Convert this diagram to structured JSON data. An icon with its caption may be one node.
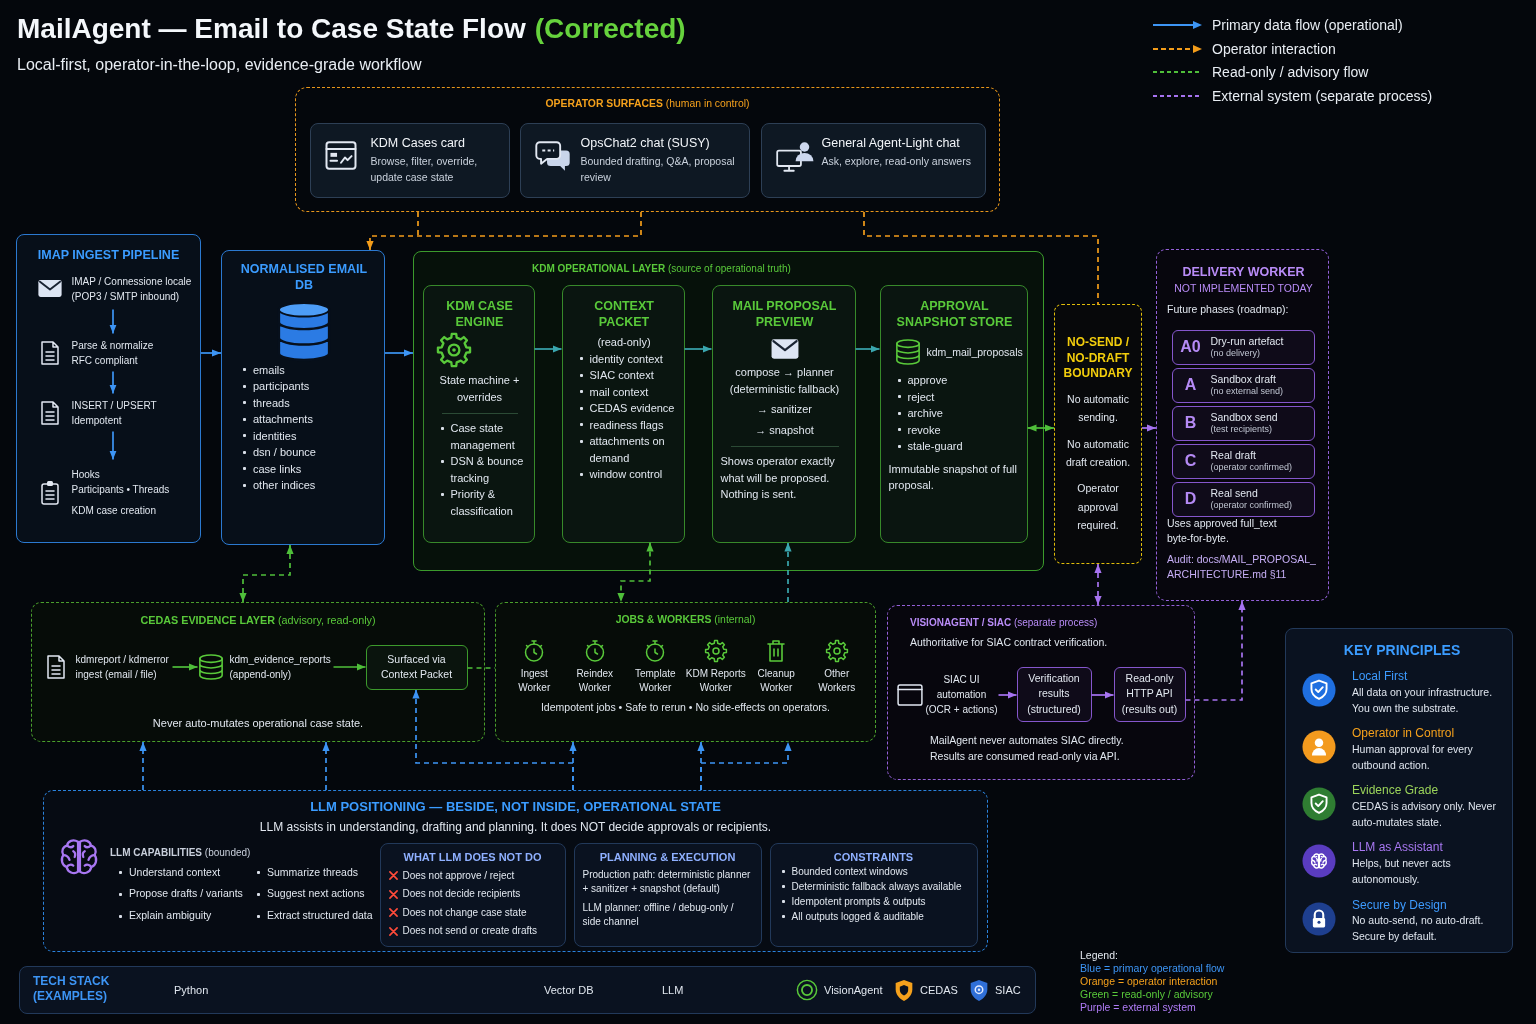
{
  "diagram": {
    "title": "MailAgent — Email to Case State Flow",
    "nodes": [
      {
        "text": [
          "**OPERATOR SURFACES** (human in control)"
        ]
      },
      {
        "text": [
          "KDM Cases card",
          "Browse, filter, override, update case state"
        ],
        "in": 0
      },
      {
        "text": [
          "OpsChat2 chat (SUSY)",
          "Bounded drafting, Q&A, proposal review"
        ],
        "in": 0
      },
      {
        "text": [
          "General Agent-Light chat",
          "Ask, explore, read-only answers"
        ],
        "in": 0
      },
      {
        "text": [
          "IMAP INGEST PIPELINE"
        ]
      },
      {
        "text": [
          "IMAP / Connessione locale",
          "(POP3 / SMTP inbound)"
        ],
        "in": 4
      },
      {
        "text": [
          "Parse & normalize",
          "RFC compliant"
        ],
        "in": 4
      },
      {
        "text": [
          "INSERT / UPSERT",
          "Idempotent"
        ],
        "in": 4
      },
      {
        "text": [
          "Hooks",
          "Participants • Threads",
          "KDM case creation"
        ],
        "in": 4
      },
      {
        "text": [
          "NORMALISED EMAIL DB",
          "emails",
          "participants",
          "threads",
          "attachments",
          "identities",
          "dsn / bounce",
          "case links",
          "other indices"
        ]
      },
      {
        "text": [
          "**KDM OPERATIONAL LAYER** (source of operational truth)"
        ]
      },
      {
        "text": [
          "KDM CASE ENGINE",
          "State machine + overrides",
          "Case state management",
          "DSN & bounce tracking",
          "Priority & classification"
        ],
        "in": 10
      },
      {
        "text": [
          "CONTEXT PACKET",
          "(read-only)",
          "identity context",
          "SIAC context",
          "mail context",
          "CEDAS evidence",
          "readiness flags",
          "attachments on demand",
          "window control"
        ],
        "in": 10
      },
      {
        "text": [
          "MAIL PROPOSAL PREVIEW",
          "compose → planner (deterministic fallback)",
          "→ sanitizer",
          "→ snapshot",
          "Shows operator exactly what will be proposed. Nothing is sent."
        ],
        "in": 10
      },
      {
        "text": [
          "APPROVAL SNAPSHOT STORE",
          "kdm_mail_proposals",
          "approve",
          "reject",
          "archive",
          "revoke",
          "stale-guard",
          "Immutable snapshot of full proposal."
        ],
        "in": 10
      },
      {
        "text": [
          "NO-SEND / NO-DRAFT BOUNDARY",
          "No automatic sending.",
          "No automatic draft creation.",
          "Operator approval required."
        ]
      },
      {
        "text": [
          "DELIVERY WORKER",
          "NOT IMPLEMENTED TODAY",
          "Future phases (roadmap):",
          "Uses approved full_text byte-for-byte.",
          "Audit: docs/MAIL_PROPOSAL_ARCHITECTURE.md §11"
        ]
      },
      {
        "text": [
          "A0",
          "Dry-run artefact",
          "(no delivery)"
        ],
        "in": 16
      },
      {
        "text": [
          "A",
          "Sandbox draft",
          "(no external send)"
        ],
        "in": 16
      },
      {
        "text": [
          "B",
          "Sandbox send",
          "(test recipients)"
        ],
        "in": 16
      },
      {
        "text": [
          "C",
          "Real draft",
          "(operator confirmed)"
        ],
        "in": 16
      },
      {
        "text": [
          "D",
          "Real send",
          "(operator confirmed)"
        ],
        "in": 16
      },
      {
        "text": [
          "**CEDAS EVIDENCE LAYER** (advisory, read-only)",
          "Never auto-mutates operational case state."
        ]
      },
      {
        "text": [
          "kdmreport / kdmerror ingest (email / file)"
        ],
        "in": 22
      },
      {
        "text": [
          "kdm_evidence_reports (append-only)"
        ],
        "in": 22
      },
      {
        "text": [
          "Surfaced via Context Packet"
        ],
        "in": 22
      },
      {
        "text": [
          "**JOBS & WORKERS** (internal)",
          "Ingest Worker",
          "Reindex Worker",
          "Template Worker",
          "KDM Reports Worker",
          "Cleanup Worker",
          "Other Workers",
          "Idempotent jobs • Safe to rerun • No side-effects on operators."
        ]
      },
      {
        "text": [
          "**VISIONAGENT / SIAC** (separate process)",
          "Authoritative for SIAC contract verification.",
          "MailAgent never automates SIAC directly. Results are consumed read-only via API."
        ]
      },
      {
        "text": [
          "SIAC UI automation (OCR + actions)"
        ],
        "in": 27
      },
      {
        "text": [
          "Verification results (structured)"
        ],
        "in": 27
      },
      {
        "text": [
          "Read-only HTTP API (results out)"
        ],
        "in": 27
      },
      {
        "text": [
          "LLM POSITIONING — BESIDE, NOT INSIDE, OPERATIONAL STATE",
          "LLM assists in understanding, drafting and planning. It does NOT decide approvals or recipients.",
          "**LLM CAPABILITIES** (bounded)",
          "Understand context",
          "Summarize threads",
          "Propose drafts / variants",
          "Suggest next actions",
          "Explain ambiguity",
          "Extract structured data"
        ]
      },
      {
        "text": [
          "WHAT LLM DOES NOT DO",
          "Does not approve / reject",
          "Does not decide recipients",
          "Does not change case state",
          "Does not send or create drafts"
        ],
        "in": 31
      },
      {
        "text": [
          "PLANNING & EXECUTION",
          "Production path: deterministic planner + sanitizer + snapshot (default)",
          "LLM planner: offline / debug-only / side channel"
        ],
        "in": 31
      },
      {
        "text": [
          "CONSTRAINTS",
          "Bounded context windows",
          "Deterministic fallback always available",
          "Idempotent prompts & outputs",
          "All outputs logged & auditable"
        ],
        "in": 31
      },
      {
        "text": [
          "TECH STACK (EXAMPLES)",
          "Python",
          "Vector DB",
          "LLM",
          "VisionAgent",
          "CEDAS",
          "SIAC"
        ]
      },
      {
        "text": [
          "KEY PRINCIPLES",
          "Local First",
          "All data on your infrastructure. You own the substrate.",
          "Operator in Control",
          "Human approval for every outbound action.",
          "Evidence Grade",
          "CEDAS is advisory only. Never auto-mutates state.",
          "LLM as Assistant",
          "Helps, but never acts autonomously.",
          "Secure by Design",
          "No auto-send, no auto-draft. Secure by default."
        ]
      }
    ],
    "edges": [
      {
        "from": 5,
        "to": 6,
        "arrow": "to"
      },
      {
        "from": 6,
        "to": 7,
        "arrow": "to"
      },
      {
        "from": 7,
        "to": 8,
        "arrow": "to"
      },
      {
        "from": 4,
        "to": 9,
        "arrow": "to"
      },
      {
        "from": 9,
        "to": 10,
        "arrow": "to"
      },
      {
        "from": 11,
        "to": 12,
        "arrow": "to",
        "color": "#3aa6ae"
      },
      {
        "from": 12,
        "to": 13,
        "arrow": "to",
        "color": "#3aa6ae"
      },
      {
        "from": 13,
        "to": 14,
        "arrow": "to",
        "color": "#3aa6ae"
      },
      {
        "from": 14,
        "to": 15,
        "arrow": "both",
        "color": "#4fbf3a"
      },
      {
        "from": 15,
        "to": 16,
        "arrow": "to",
        "color": "#a673f0"
      },
      {
        "from": 0,
        "to": 9,
        "arrow": "to",
        "style": "dashed",
        "color": "#f39c1a"
      },
      {
        "from": 0,
        "to": 15,
        "arrow": "none",
        "style": "dashed",
        "color": "#f39c1a"
      },
      {
        "from": 9,
        "to": 22,
        "arrow": "both",
        "style": "dashed",
        "color": "#4fbf3a"
      },
      {
        "from": 12,
        "to": 26,
        "arrow": "both",
        "style": "dashed",
        "color": "#4fbf3a"
      },
      {
        "from": 26,
        "to": 13,
        "arrow": "to",
        "style": "dashed",
        "color": "#3aa6ae"
      },
      {
        "from": 25,
        "to": 26,
        "arrow": "none",
        "style": "dashed",
        "color": "#4fbf3a"
      },
      {
        "from": 31,
        "to": 22,
        "arrow": "to",
        "style": "dashed"
      },
      {
        "from": 31,
        "to": 22,
        "arrow": "to",
        "style": "dashed"
      },
      {
        "from": 31,
        "to": 26,
        "arrow": "to",
        "style": "dashed"
      },
      {
        "from": 31,
        "to": 26,
        "arrow": "to",
        "style": "dashed"
      },
      {
        "from": 31,
        "to": 25,
        "arrow": "to",
        "style": "dashed"
      },
      {
        "from": 31,
        "to": 26,
        "arrow": "to",
        "style": "dashed"
      },
      {
        "from": 15,
        "to": 27,
        "arrow": "both",
        "style": "dashed",
        "color": "#a673f0"
      },
      {
        "from": 30,
        "to": 16,
        "arrow": "to",
        "style": "dashed",
        "color": "#a673f0"
      },
      {
        "from": 23,
        "to": 24,
        "arrow": "to",
        "color": "#4fbf3a"
      },
      {
        "from": 24,
        "to": 25,
        "arrow": "to",
        "color": "#4fbf3a"
      },
      {
        "from": 28,
        "to": 29,
        "arrow": "to",
        "color": "#a673f0"
      },
      {
        "from": 29,
        "to": 30,
        "arrow": "to",
        "color": "#a673f0"
      }
    ],
    "labels": [
      "(Corrected)",
      "Local-first, operator-in-the-loop, evidence-grade workflow",
      "Legend:",
      "Blue = primary operational flow",
      "Orange = operator interaction",
      "Green = read-only / advisory",
      "Purple = external system"
    ],
    "legend": [
      {
        "text": "Primary data flow (operational)"
      },
      {
        "text": "Operator interaction"
      },
      {
        "text": "Read-only / advisory flow"
      },
      {
        "text": "External system (separate process)"
      }
    ]
  }
}
